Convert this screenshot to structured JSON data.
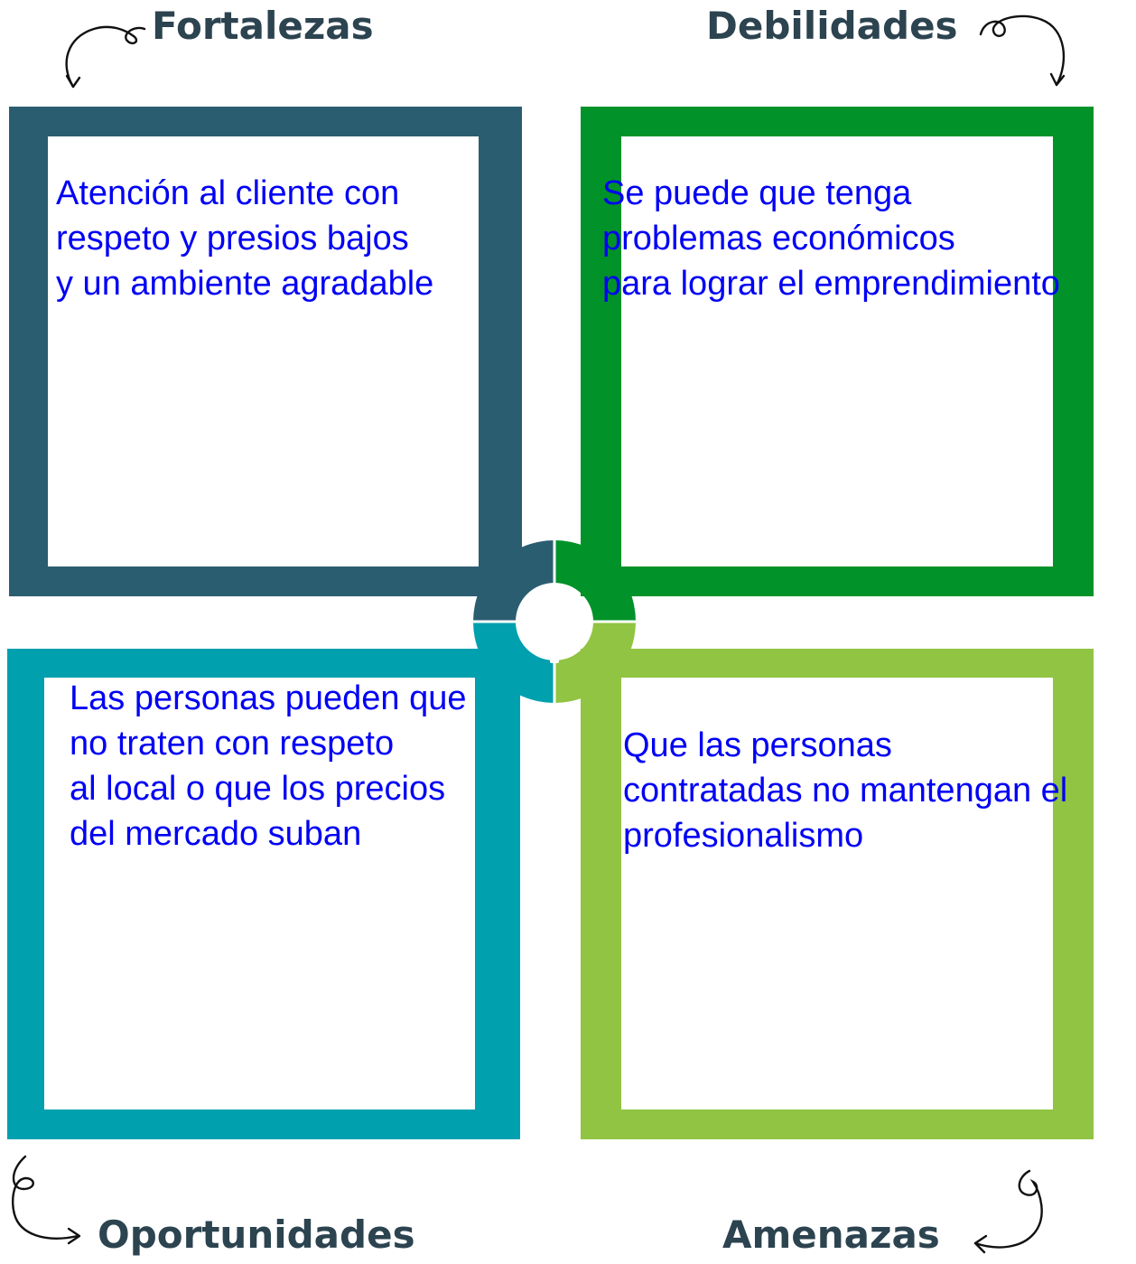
{
  "headings": {
    "fortalezas": "Fortalezas",
    "debilidades": "Debilidades",
    "oportunidades": "Oportunidades",
    "amenazas": "Amenazas"
  },
  "quadrants": {
    "fortalezas": {
      "color": "#2b5d71",
      "lines": [
        "Atención al cliente con",
        "respeto y presios bajos",
        "y un ambiente agradable"
      ]
    },
    "debilidades": {
      "color": "#02922a",
      "lines": [
        "Se puede que tenga",
        "problemas económicos",
        "para lograr el emprendimiento"
      ]
    },
    "oportunidades": {
      "color": "#01a0af",
      "lines": [
        "Las personas pueden que",
        "no traten con respeto",
        "al local o que los precios",
        "del mercado suban"
      ]
    },
    "amenazas": {
      "color": "#91c442",
      "lines": [
        "Que las personas",
        "contratadas no mantengan el",
        "profesionalismo"
      ]
    }
  },
  "colors": {
    "heading": "#2c4350",
    "body_text": "#0000f5"
  },
  "center_icon": "lightbulb-icon"
}
